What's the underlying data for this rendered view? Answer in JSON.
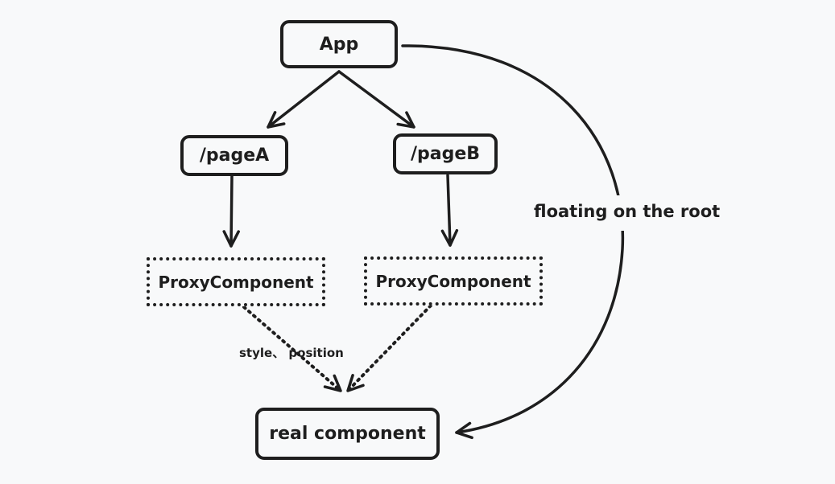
{
  "nodes": {
    "app": "App",
    "page_a": "/pageA",
    "page_b": "/pageB",
    "proxy_a": "ProxyComponent",
    "proxy_b": "ProxyComponent",
    "real": "real component"
  },
  "edge_labels": {
    "floating": "floating on the root",
    "style_position": "style、 position"
  },
  "colors": {
    "stroke": "#1e1e1e",
    "background": "#f8f9fa"
  }
}
